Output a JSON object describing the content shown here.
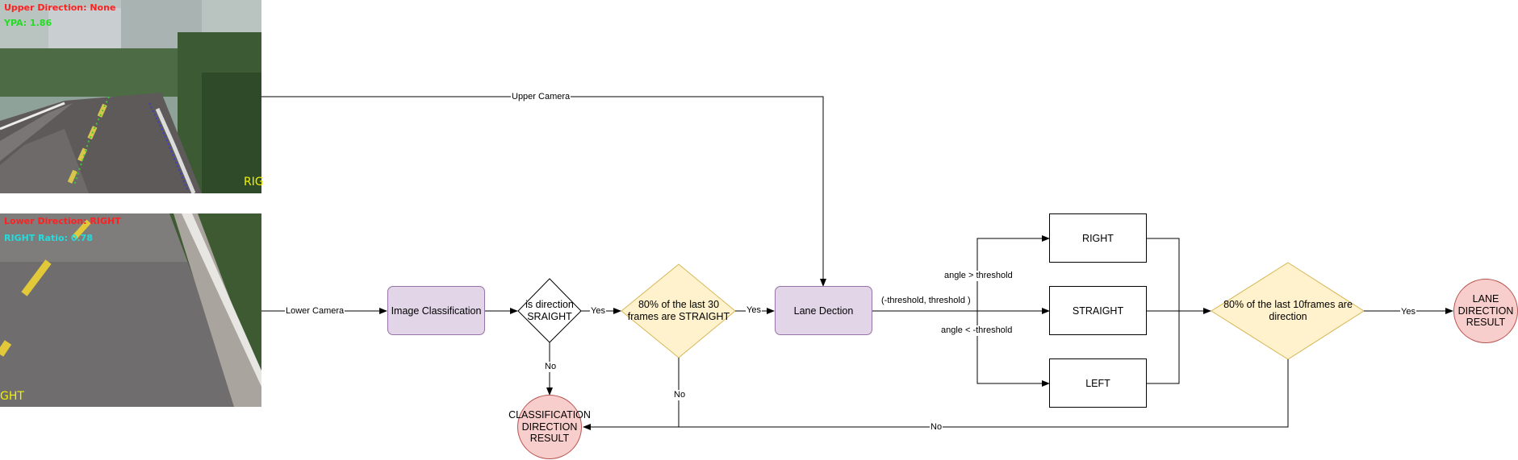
{
  "upper_image": {
    "overlay_line1": "Upper Direction: None",
    "overlay_line2": "YPA: 1.86",
    "edge_text": "RIG"
  },
  "lower_image": {
    "overlay_line1": "Lower Direction: RIGHT",
    "overlay_line2": "RIGHT Ratio: 0.78",
    "edge_text": "GHT"
  },
  "nodes": {
    "image_classification": "Image Classification",
    "is_direction_straight": "is direction SRAIGHT",
    "last30_straight": "80% of the last 30 frames are STRAIGHT",
    "lane_detection": "Lane Dection",
    "right": "RIGHT",
    "straight": "STRAIGHT",
    "left": "LEFT",
    "last10_direction": "80% of the last 10frames are direction",
    "lane_direction_result": "LANE DIRECTION RESULT",
    "classification_direction_result": "CLASSIFICATION DIRECTION RESULT"
  },
  "edge_labels": {
    "upper_camera": "Upper Camera",
    "lower_camera": "Lower Camera",
    "yes1": "Yes",
    "yes2": "Yes",
    "yes3": "Yes",
    "no1": "No",
    "no2": "No",
    "no3": "No",
    "range": "(-threshold, threshold )",
    "angle_gt": "angle > threshold",
    "angle_lt": "angle < -threshold"
  },
  "colors": {
    "purple_fill": "#e1d5e7",
    "purple_stroke": "#9673a6",
    "yellow_fill": "#fff2cc",
    "yellow_stroke": "#d6b656",
    "red_fill": "#f8cecc",
    "red_stroke": "#b85450",
    "overlay_red": "#ff2020",
    "overlay_green": "#22dd22",
    "overlay_cyan": "#22dddd",
    "overlay_yellow": "#f2f200"
  }
}
